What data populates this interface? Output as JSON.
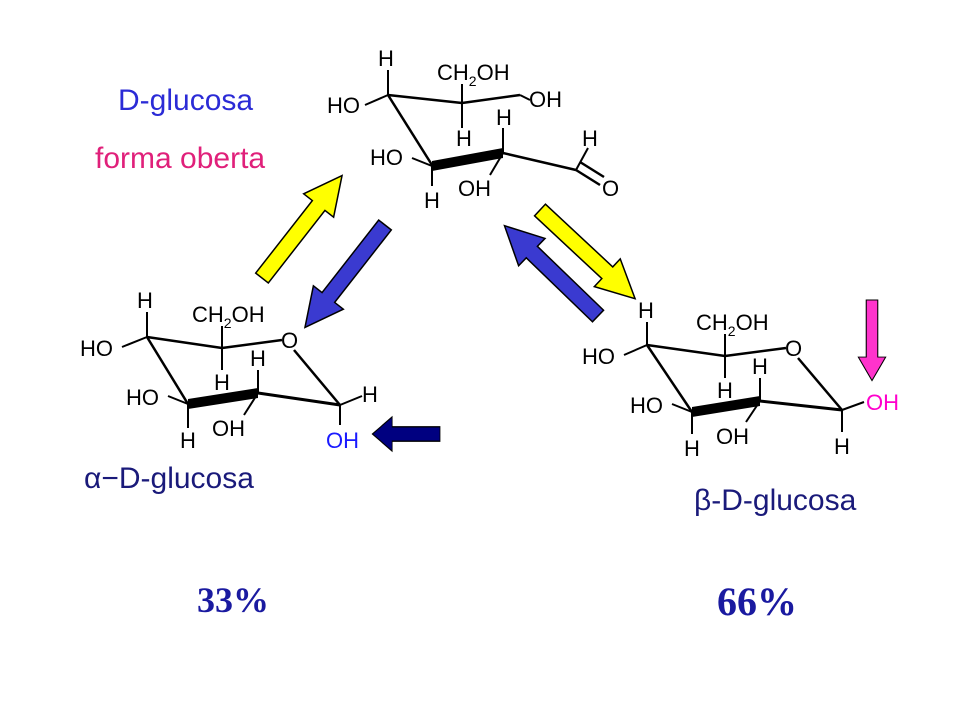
{
  "labels": {
    "open_title": "D-glucosa",
    "open_subtitle": "forma oberta",
    "alpha_name": "α−D-glucosa",
    "beta_name": "β-D-glucosa",
    "alpha_percent": "33%",
    "beta_percent": "66%"
  },
  "atoms": {
    "H": "H",
    "HO": "HO",
    "OH": "OH",
    "O": "O",
    "CH2OH_main": "CH",
    "CH2OH_sub": "2",
    "CH2OH_tail": "OH"
  },
  "colors": {
    "open_title": "#2b2bd6",
    "open_subtitle": "#e0207a",
    "names": "#1a1a7a",
    "alpha_percent": "#1a1aa0",
    "beta_percent": "#1a1aa0",
    "yellow_arrow": "#ffff00",
    "blue_arrow": "#3a3ad0",
    "navy_arrow": "#000080",
    "magenta_arrow": "#ff33cc",
    "anomeric_oh": "#1a1aff",
    "beta_oh": "#ff00cc"
  }
}
